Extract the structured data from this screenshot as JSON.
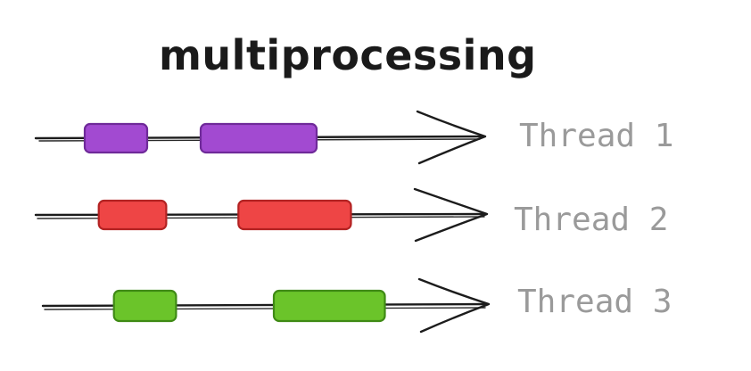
{
  "title": "multiprocessing",
  "colors": {
    "background": "#ffffff",
    "line": "#1c1c1c",
    "label": "#9a9a9a"
  },
  "threads": [
    {
      "label": "Thread 1",
      "color": "#a24ad1",
      "stroke": "#6f2a99",
      "tasks": [
        {
          "start": 0.11,
          "end": 0.25
        },
        {
          "start": 0.37,
          "end": 0.63
        }
      ]
    },
    {
      "label": "Thread 2",
      "color": "#ee4545",
      "stroke": "#b32222",
      "tasks": [
        {
          "start": 0.14,
          "end": 0.29
        },
        {
          "start": 0.45,
          "end": 0.7
        }
      ]
    },
    {
      "label": "Thread 3",
      "color": "#6bc42a",
      "stroke": "#3f8a15",
      "tasks": [
        {
          "start": 0.16,
          "end": 0.3
        },
        {
          "start": 0.52,
          "end": 0.77
        }
      ]
    }
  ]
}
